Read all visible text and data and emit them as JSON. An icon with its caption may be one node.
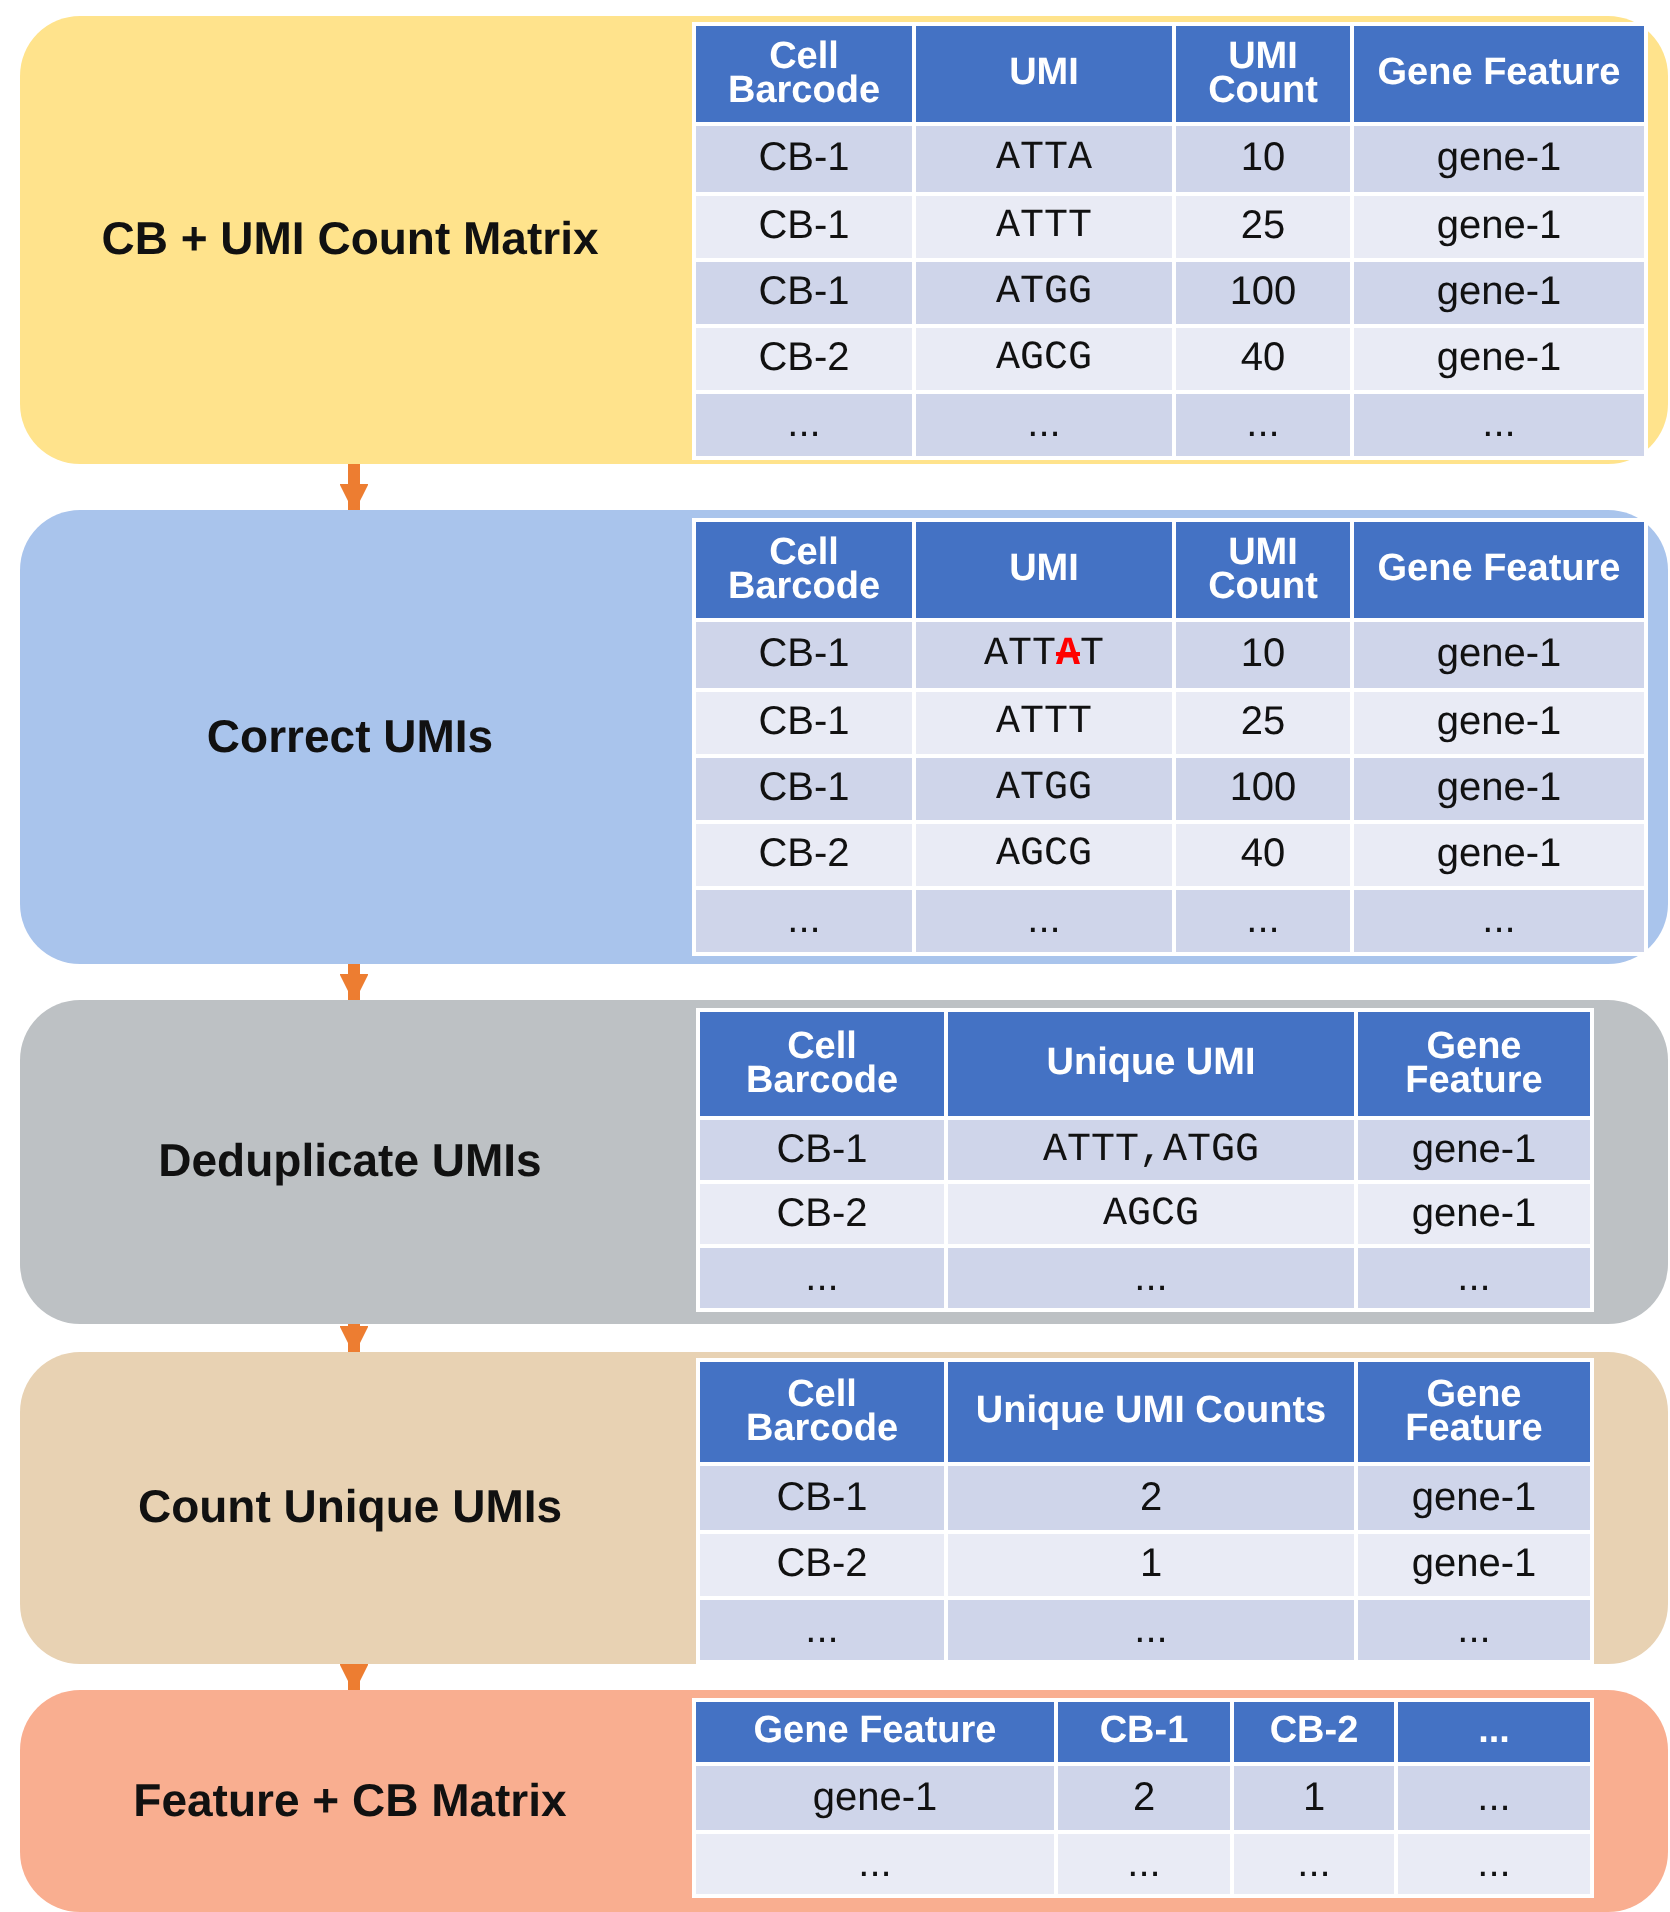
{
  "diagram": {
    "nodes": [
      {
        "text": [
          "CB + UMI Count Matrix"
        ]
      },
      {
        "text": [
          "Correct UMIs"
        ]
      },
      {
        "text": [
          "Deduplicate UMIs"
        ]
      },
      {
        "text": [
          "Count Unique UMIs"
        ]
      },
      {
        "text": [
          "Feature + CB Matrix"
        ]
      }
    ],
    "edges": [
      {
        "from": 0,
        "to": 1,
        "arrow": "to"
      },
      {
        "from": 1,
        "to": 2,
        "arrow": "to"
      },
      {
        "from": 2,
        "to": 3,
        "arrow": "to"
      },
      {
        "from": 3,
        "to": 4,
        "arrow": "to"
      }
    ],
    "labels": [
      "Cell Barcode",
      "UMI",
      "UMI Count",
      "Gene Feature",
      "CB-1",
      "ATTA",
      "10",
      "gene-1",
      "CB-1",
      "ATTT",
      "25",
      "gene-1",
      "CB-1",
      "ATGG",
      "100",
      "gene-1",
      "CB-2",
      "AGCG",
      "40",
      "gene-1",
      "...",
      "...",
      "...",
      "...",
      "Cell Barcode",
      "UMI",
      "UMI Count",
      "Gene Feature",
      "CB-1",
      "ATTAT",
      "10",
      "gene-1",
      "CB-1",
      "ATTT",
      "25",
      "gene-1",
      "CB-1",
      "ATGG",
      "100",
      "gene-1",
      "CB-2",
      "AGCG",
      "40",
      "gene-1",
      "...",
      "...",
      "...",
      "...",
      "Cell Barcode",
      "Unique UMI",
      "Gene Feature",
      "CB-1",
      "ATTT,ATGG",
      "gene-1",
      "CB-2",
      "AGCG",
      "gene-1",
      "...",
      "...",
      "...",
      "Cell Barcode",
      "Unique UMI Counts",
      "Gene Feature",
      "CB-1",
      "2",
      "gene-1",
      "CB-2",
      "1",
      "gene-1",
      "...",
      "...",
      "...",
      "Gene Feature",
      "CB-1",
      "CB-2",
      "...",
      "gene-1",
      "2",
      "1",
      "...",
      "...",
      "...",
      "...",
      "..."
    ]
  }
}
